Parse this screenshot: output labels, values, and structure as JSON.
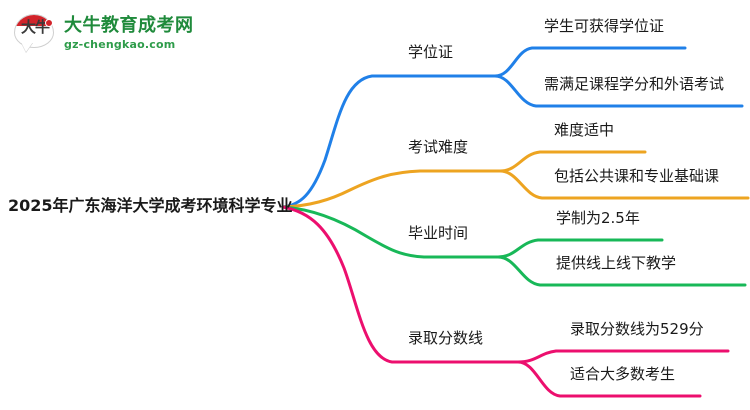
{
  "logo": {
    "mark_text": "大牛",
    "title": "大牛教育成考网",
    "url": "gz-chengkao.com",
    "brand_green": "#1f8a3b",
    "brand_red": "#d2232a"
  },
  "mindmap": {
    "root": {
      "label": "2025年广东海洋大学成考环境科学专业"
    },
    "branches": [
      {
        "label": "学位证",
        "color": "#2080e8",
        "children": [
          {
            "label": "学生可获得学位证"
          },
          {
            "label": "需满足课程学分和外语考试"
          }
        ]
      },
      {
        "label": "考试难度",
        "color": "#eda421",
        "children": [
          {
            "label": "难度适中"
          },
          {
            "label": "包括公共课和专业基础课"
          }
        ]
      },
      {
        "label": "毕业时间",
        "color": "#18b858",
        "children": [
          {
            "label": "学制为2.5年"
          },
          {
            "label": "提供线上线下教学"
          }
        ]
      },
      {
        "label": "录取分数线",
        "color": "#ec0f6e",
        "children": [
          {
            "label": "录取分数线为529分"
          },
          {
            "label": "适合大多数考生"
          }
        ]
      }
    ]
  }
}
